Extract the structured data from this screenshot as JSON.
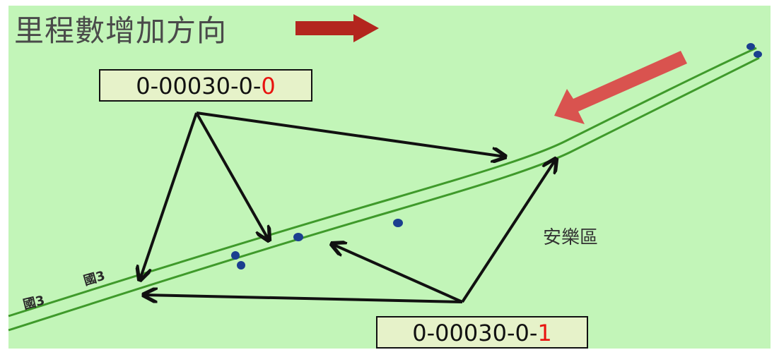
{
  "title": "里程數增加方向",
  "codes": {
    "top": {
      "prefix": "0-00030-0-",
      "suffix": "0"
    },
    "bottom": {
      "prefix": "0-00030-0-",
      "suffix": "1"
    }
  },
  "district_label": "安樂區",
  "road_labels": [
    "國3",
    "國3"
  ],
  "colors": {
    "background": "#c2f5b8",
    "road": "#3f9a2b",
    "pointer_arrows": "#111111",
    "direction_arrow": "#b3261e",
    "direction_arrow_faded": "#d9534f",
    "highlight_digit": "#e8130f",
    "marker": "#1b3f8f"
  },
  "icons": {
    "direction_arrow": "right-arrow-icon",
    "direction_arrow_along_road": "down-left-arrow-icon",
    "marker": "location-dot-icon"
  }
}
